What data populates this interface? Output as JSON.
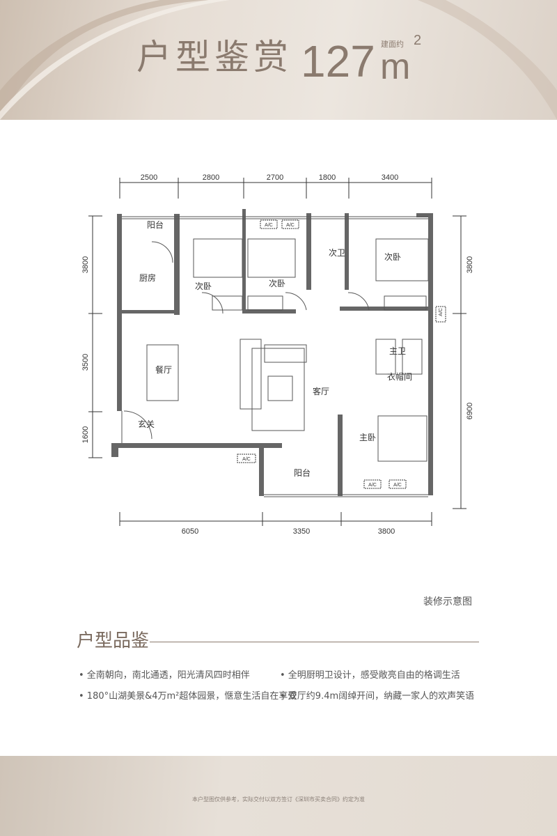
{
  "header": {
    "title": "户型鉴赏",
    "area_value": "127",
    "area_unit": "m",
    "area_sup": "2",
    "area_note": "建面约"
  },
  "plan": {
    "top_dims": [
      "2500",
      "2800",
      "2700",
      "1800",
      "3400"
    ],
    "bottom_dims": [
      "6050",
      "3350",
      "3800"
    ],
    "left_dims": [
      "3800",
      "3500",
      "1600"
    ],
    "right_dims": [
      "3800",
      "6900"
    ],
    "rooms": {
      "balcony_north": "阳台",
      "kitchen": "厨房",
      "bedroom_2a": "次卧",
      "bedroom_2b": "次卧",
      "bath_2": "次卫",
      "bedroom_2c": "次卧",
      "master_bath": "主卫",
      "closet": "衣帽间",
      "dining": "餐厅",
      "living": "客厅",
      "master_bedroom": "主卧",
      "foyer": "玄关",
      "balcony_south": "阳台"
    },
    "ac_label": "A/C",
    "note": "装修示意图"
  },
  "features": {
    "title": "户型品鉴",
    "items": [
      "• 全南朝向，南北通透，阳光清风四时相伴",
      "• 全明厨明卫设计，感受敞亮自由的格调生活",
      "• 180°山湖美景&4万m²超体园景，惬意生活自在享受",
      "• 双厅约9.4m阔绰开间，纳藏一家人的欢声笑语"
    ]
  },
  "footer": {
    "disclaimer": "本户型图仅供参考，实际交付以双方签订《深圳市买卖合同》约定为准"
  }
}
